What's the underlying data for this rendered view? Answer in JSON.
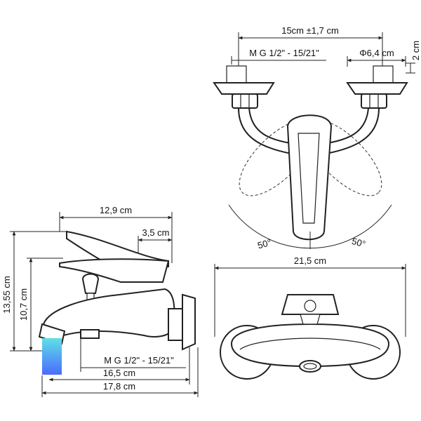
{
  "top_view": {
    "dim_overall": "15cm ±1,7 cm",
    "dim_thread": "M G 1/2\" - 15/21\"",
    "dim_diameter": "Φ6,4 cm",
    "dim_height": "2 cm",
    "angle_left": "50°",
    "angle_right": "50°"
  },
  "side_view": {
    "dim_handle_length": "12,9 cm",
    "dim_handle_offset": "3,5 cm",
    "dim_total_height": "13,55 cm",
    "dim_height": "10,7 cm",
    "dim_thread": "M G 1/2\" - 15/21\"",
    "dim_spout": "16,5 cm",
    "dim_total_depth": "17,8 cm"
  },
  "front_view": {
    "dim_width": "21,5 cm"
  },
  "colors": {
    "line": "#222222",
    "water_top": "#5fe0e6",
    "water_bottom": "#4a6bff"
  }
}
